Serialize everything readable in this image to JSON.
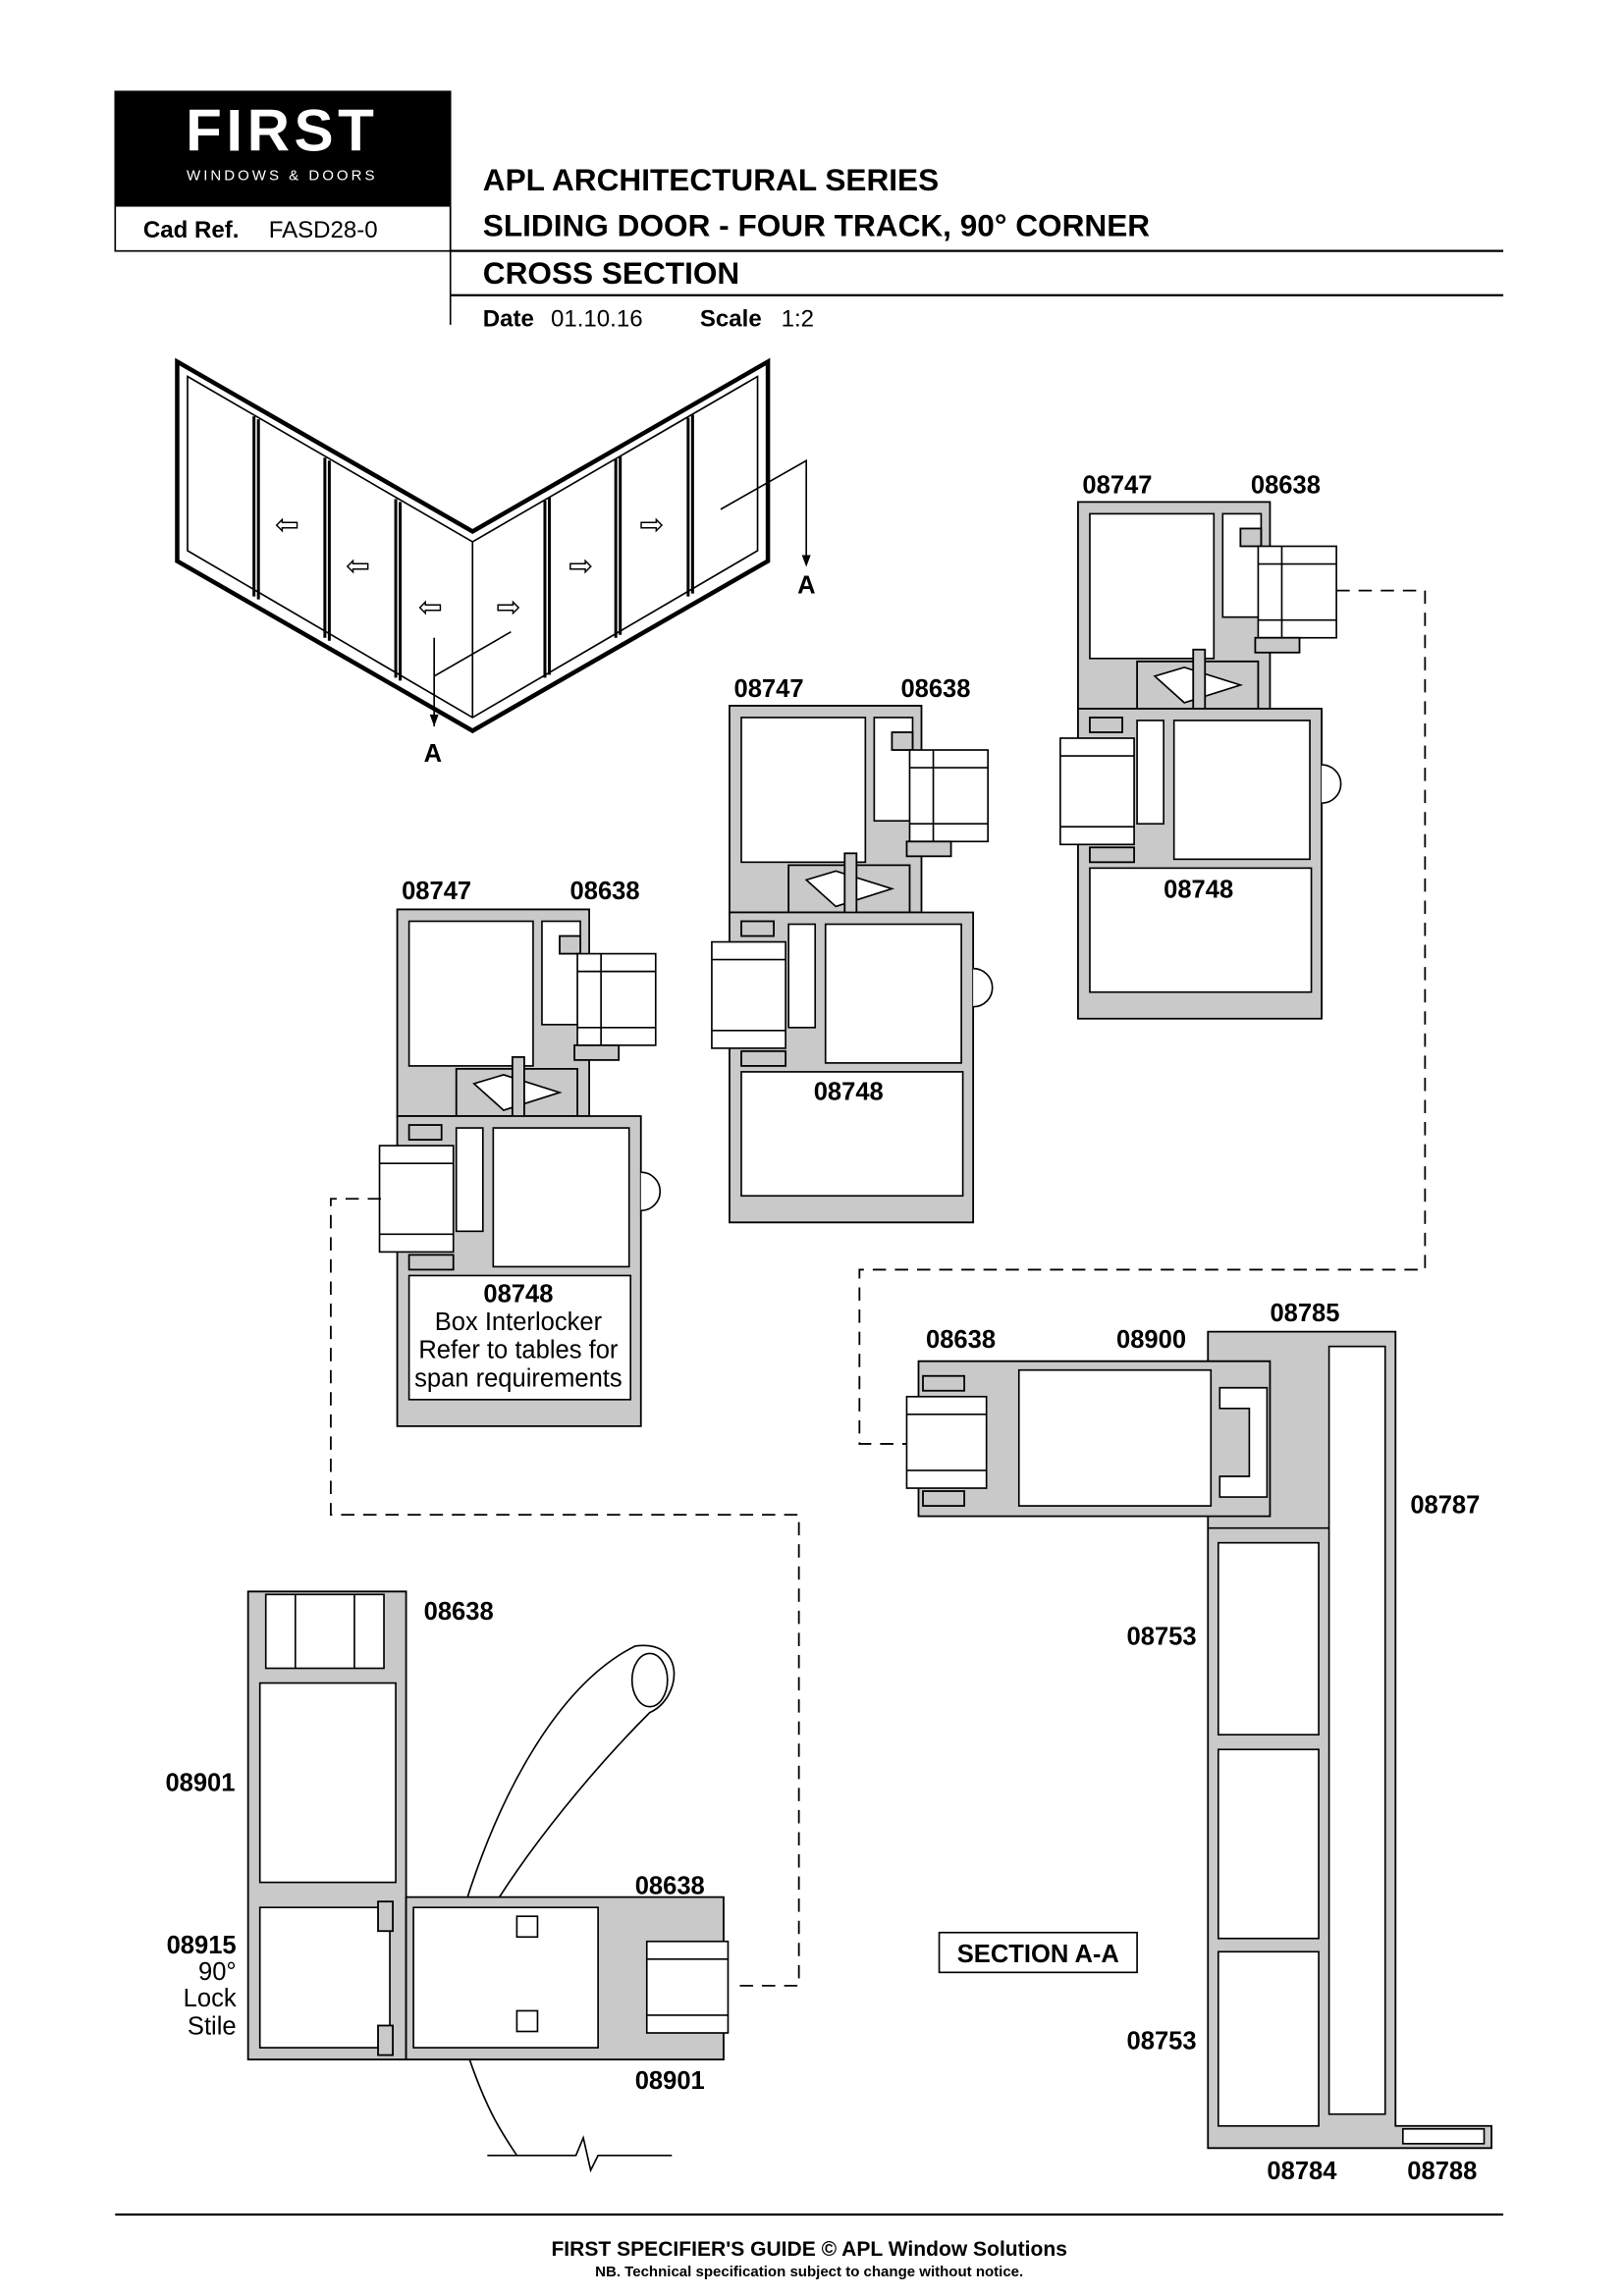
{
  "logo": {
    "brand": "FIRST",
    "tagline": "WINDOWS & DOORS"
  },
  "header": {
    "cad_ref_label": "Cad Ref.",
    "cad_ref": "FASD28-0",
    "series": "APL ARCHITECTURAL SERIES",
    "product": "SLIDING DOOR - FOUR TRACK, 90° CORNER",
    "view": "CROSS SECTION",
    "date_label": "Date",
    "date": "01.10.16",
    "scale_label": "Scale",
    "scale": "1:2"
  },
  "isometric": {
    "section_marker_1": "A",
    "section_marker_2": "A"
  },
  "unit_top_right": {
    "upper": "08747",
    "glazing": "08638",
    "lower": "08748"
  },
  "unit_middle": {
    "upper": "08747",
    "glazing": "08638",
    "lower": "08748"
  },
  "unit_left": {
    "upper": "08747",
    "glazing": "08638",
    "lower": "08748",
    "note_1": "Box Interlocker",
    "note_2": "Refer to tables for",
    "note_3": "span requirements"
  },
  "section_aa": {
    "title": "SECTION A-A",
    "top_cap": "08785",
    "glazing": "08638",
    "interlock": "08900",
    "outer_frame": "08787",
    "mid_1": "08753",
    "mid_2": "08753",
    "sill": "08784",
    "foot": "08788"
  },
  "corner_detail": {
    "glazing_top": "08638",
    "stile_upper": "08901",
    "glazing_bottom": "08638",
    "lock_stile_code": "08915",
    "lock_stile_l1": "90°",
    "lock_stile_l2": "Lock",
    "lock_stile_l3": "Stile",
    "stile_lower": "08901"
  },
  "footer": {
    "guide": "FIRST SPECIFIER'S GUIDE  © APL Window Solutions",
    "note": "NB. Technical specification subject to change without notice."
  }
}
